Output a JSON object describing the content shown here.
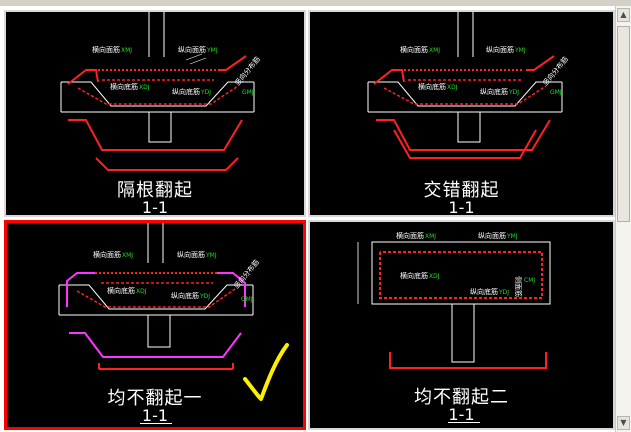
{
  "panels": [
    {
      "caption": "隔根翻起",
      "section": "1-1",
      "labels": {
        "top_h": "横向面筋",
        "top_v": "纵向面筋",
        "bot_h": "横向底筋",
        "bot_v": "纵向底筋",
        "side": "竖向分布筋"
      },
      "codes": {
        "top_h": "XMJ",
        "top_v": "YMJ",
        "bot_h": "XDJ",
        "bot_v": "YDJ",
        "side": "GMJ"
      }
    },
    {
      "caption": "交错翻起",
      "section": "1-1",
      "labels": {
        "top_h": "横向面筋",
        "top_v": "纵向面筋",
        "bot_h": "横向底筋",
        "bot_v": "纵向底筋",
        "side": "竖向分布筋"
      },
      "codes": {
        "top_h": "XMJ",
        "top_v": "YMJ",
        "bot_h": "XDJ",
        "bot_v": "YDJ",
        "side": "GMJ"
      }
    },
    {
      "caption": "均不翻起一",
      "section": "1-1",
      "labels": {
        "top_h": "横向面筋",
        "top_v": "纵向面筋",
        "bot_h": "横向底筋",
        "bot_v": "纵向底筋",
        "side": "竖向分布筋"
      },
      "codes": {
        "top_h": "XMJ",
        "top_v": "YMJ",
        "bot_h": "XDJ",
        "bot_v": "YDJ",
        "side": "GMJ"
      }
    },
    {
      "caption": "均不翻起二",
      "section": "1-1",
      "labels": {
        "top_h": "横向面筋",
        "top_v": "纵向面筋",
        "bot_h": "横向底筋",
        "bot_v": "纵向底筋",
        "side": "侧面筋"
      },
      "codes": {
        "top_h": "XMJ",
        "top_v": "YMJ",
        "bot_h": "XDJ",
        "bot_v": "YDJ",
        "side": "CMJ"
      }
    }
  ],
  "selected_index": 2,
  "colors": {
    "rebar": "#ff2020",
    "highlight": "#ff33ff",
    "annotation": "#22dd22",
    "checkmark": "#ffee00",
    "selection_border": "#ff0000"
  },
  "scrollbar": {
    "up_arrow": "▲",
    "down_arrow": "▼"
  }
}
